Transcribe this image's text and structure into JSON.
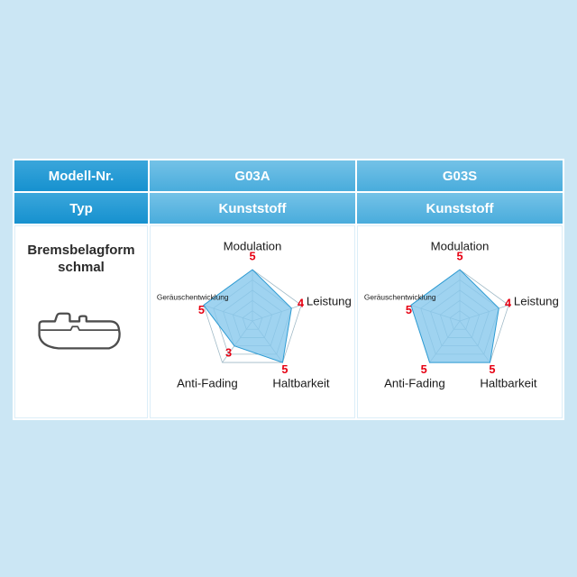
{
  "background_color": "#cbe6f4",
  "table": {
    "header_row": {
      "row_label": "Modell-Nr.",
      "models": [
        "G03A",
        "G03S"
      ]
    },
    "type_row": {
      "row_label": "Typ",
      "values": [
        "Kunststoff",
        "Kunststoff"
      ]
    },
    "shape_row": {
      "label_line1": "Bremsbelagform",
      "label_line2": "schmal"
    }
  },
  "chart_data": [
    {
      "type": "radar",
      "title": "G03A",
      "axes": [
        "Modulation",
        "Leistung",
        "Haltbarkeit",
        "Anti-Fading",
        "Geräuschentwicklung"
      ],
      "values": [
        5,
        4,
        5,
        3,
        5
      ],
      "max": 5,
      "fill_color": "#87c8ec",
      "stroke_color": "#2d9bd3",
      "grid_color": "#9fb9c6",
      "value_color": "#e60012",
      "label_color": "#1a1a1a"
    },
    {
      "type": "radar",
      "title": "G03S",
      "axes": [
        "Modulation",
        "Leistung",
        "Haltbarkeit",
        "Anti-Fading",
        "Geräuschentwicklung"
      ],
      "values": [
        5,
        4,
        5,
        5,
        5
      ],
      "max": 5,
      "fill_color": "#87c8ec",
      "stroke_color": "#2d9bd3",
      "grid_color": "#9fb9c6",
      "value_color": "#e60012",
      "label_color": "#1a1a1a"
    }
  ],
  "colors": {
    "header_label_bg_top": "#3aa6db",
    "header_label_bg_bottom": "#1691cf",
    "header_value_bg_top": "#74c2e7",
    "header_value_bg_bottom": "#49acdc"
  }
}
